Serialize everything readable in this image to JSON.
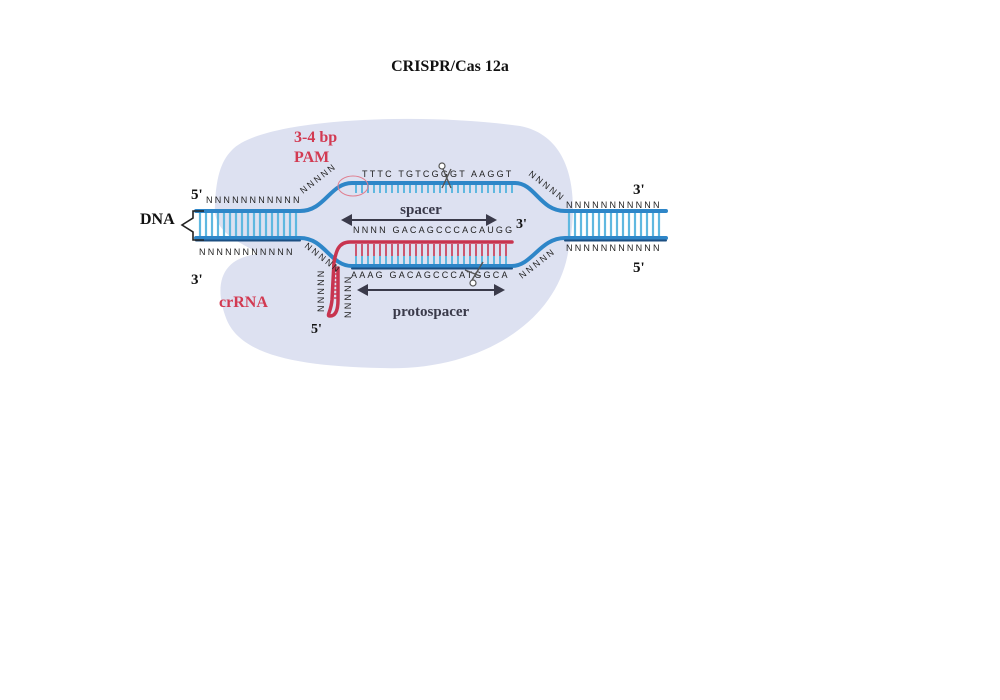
{
  "title": "CRISPR/Cas 12a",
  "labels": {
    "dna": "DNA",
    "pam_line1": "3-4 bp",
    "pam_line2": "PAM",
    "spacer": "spacer",
    "protospacer": "protospacer",
    "crrna": "crRNA",
    "five_prime": "5'",
    "three_prime": "3'"
  },
  "sequences": {
    "top_left_flank": "NNNNNNNNNNN",
    "top_left_slope": "NNNNN",
    "top_bubble": "TTTC TGTCGGGT AAGGT",
    "top_right_slope": "NNNNN",
    "top_right_flank": "NNNNNNNNNNN",
    "bottom_left_flank": "NNNNNNNNNNN",
    "bottom_left_slope": "NNNNN",
    "crrna_seq": "NNNN GACAGCCCACAUGG",
    "bottom_bubble": "AAAG GACAGCCCATGGCA",
    "bottom_right_slope": "NNNNN",
    "bottom_right_flank": "NNNNNNNNNNN",
    "crrna_handle_a": "NNNNN",
    "crrna_handle_b": "NNNNN"
  },
  "colors": {
    "dna_strand": "#2e86c8",
    "dna_dark": "#1c4f82",
    "base_pair": "#5fb8e0",
    "crrna": "#c8344f",
    "cas_protein": "#dde1f1",
    "label_red": "#d23a52",
    "arrow": "#3a3a4a"
  },
  "icons": [
    "scissors-icon-top",
    "scissors-icon-bottom"
  ]
}
